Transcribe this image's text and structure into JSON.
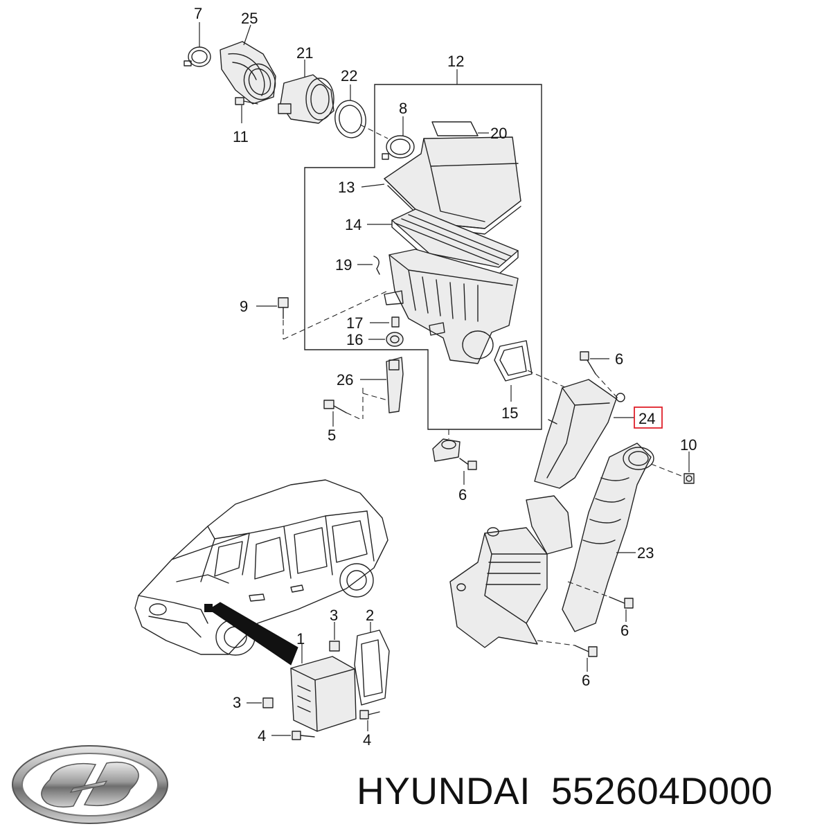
{
  "brand": {
    "name": "HYUNDAI",
    "part_number": "552604D000"
  },
  "highlight_color": "#e0202a",
  "callouts": {
    "c1": "1",
    "c2": "2",
    "c3a": "3",
    "c3b": "3",
    "c4a": "4",
    "c4b": "4",
    "c5": "5",
    "c6a": "6",
    "c6b": "6",
    "c6c": "6",
    "c6d": "6",
    "c7": "7",
    "c8": "8",
    "c9": "9",
    "c10": "10",
    "c11": "11",
    "c12": "12",
    "c13": "13",
    "c14": "14",
    "c15": "15",
    "c16": "16",
    "c17": "17",
    "c19": "19",
    "c20": "20",
    "c21": "21",
    "c22": "22",
    "c23": "23",
    "c24": "24",
    "c25": "25",
    "c26": "26"
  },
  "icons": [
    "hyundai-logo-icon"
  ]
}
